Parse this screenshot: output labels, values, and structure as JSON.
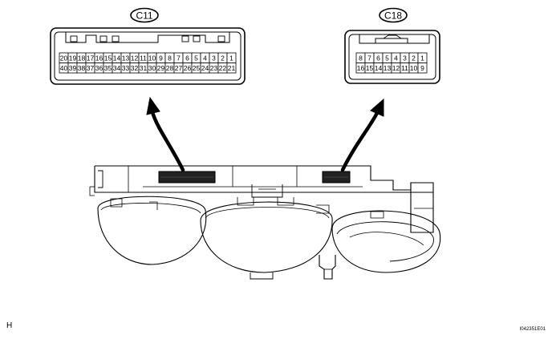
{
  "connectors": [
    {
      "id": "c11",
      "label": "C11",
      "row_top": [
        "20",
        "19",
        "18",
        "17",
        "16",
        "15",
        "14",
        "13",
        "12",
        "11",
        "10",
        "9",
        "8",
        "7",
        "6",
        "5",
        "4",
        "3",
        "2",
        "1"
      ],
      "row_bottom": [
        "40",
        "39",
        "38",
        "37",
        "36",
        "35",
        "34",
        "33",
        "32",
        "31",
        "30",
        "29",
        "28",
        "27",
        "26",
        "25",
        "24",
        "23",
        "22",
        "21"
      ]
    },
    {
      "id": "c18",
      "label": "C18",
      "row_top": [
        "8",
        "7",
        "6",
        "5",
        "4",
        "3",
        "2",
        "1"
      ],
      "row_bottom": [
        "16",
        "15",
        "14",
        "13",
        "12",
        "11",
        "10",
        "9"
      ]
    }
  ],
  "corner_letter": "H",
  "figure_code": "I042351E01"
}
